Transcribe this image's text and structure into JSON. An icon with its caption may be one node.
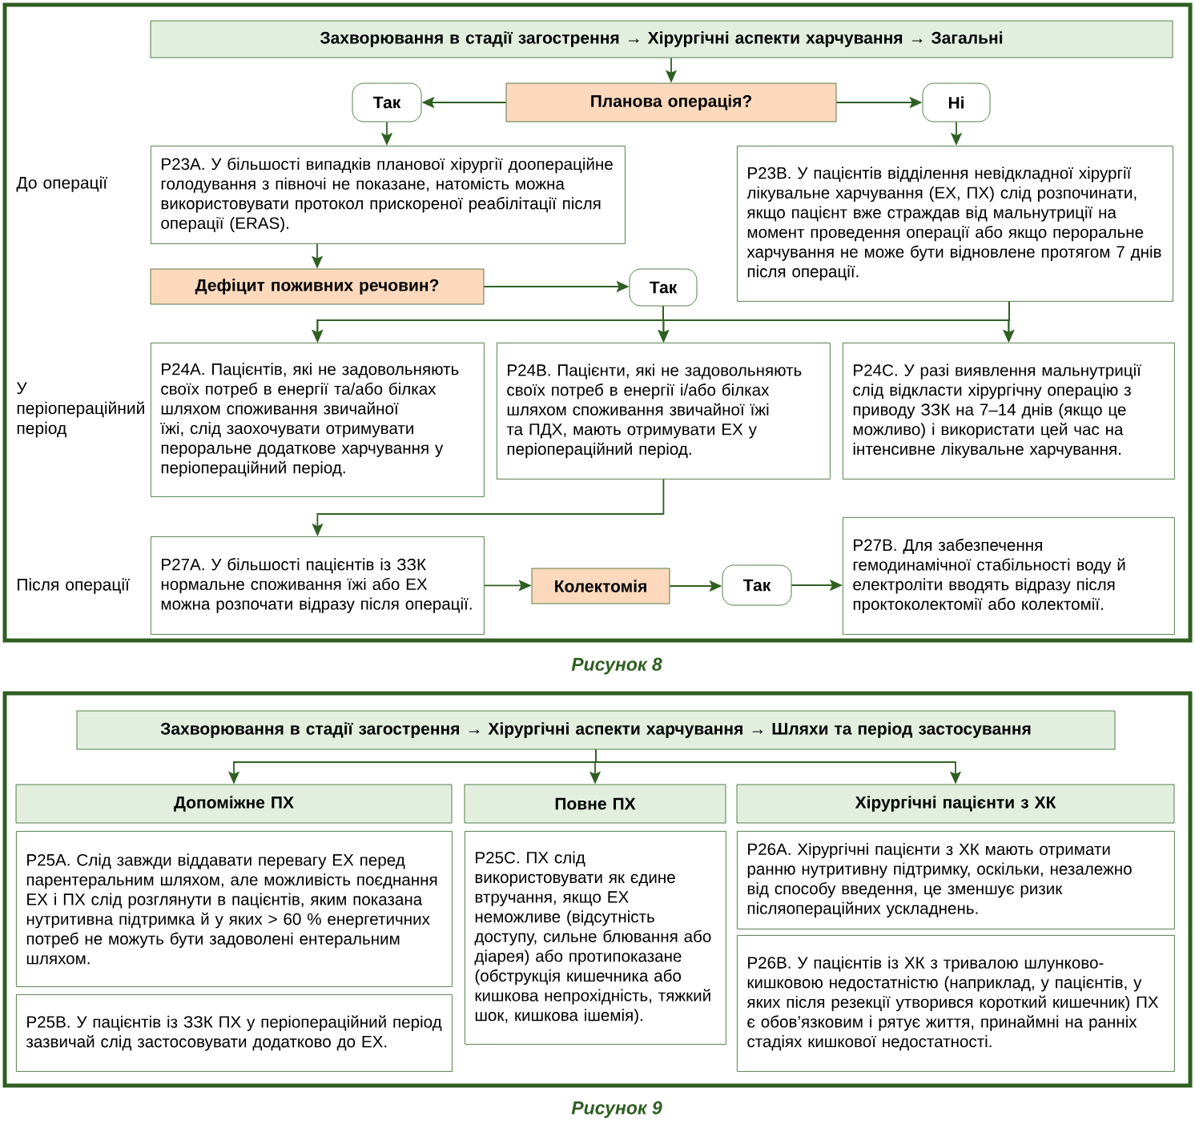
{
  "diagram": {
    "nodes": [
      {
        "text": [
          "Захворювання в стадії загострення → Хірургічні аспекти харчування → Загальні"
        ]
      },
      {
        "text": [
          "Планова операція?"
        ]
      },
      {
        "text": [
          "Так"
        ]
      },
      {
        "text": [
          "Ні"
        ]
      },
      {
        "text": [
          "P23A. У більшості випадків планової хірургії доопераційне голодування з півночі не показане, натомість можна використовувати протокол прискореної реабілітації після операції (ERAS)."
        ]
      },
      {
        "text": [
          "P23B. У пацієнтів відділення невідкладної хірургії лікувальне харчування (ЕХ, ПХ) слід розпочинати, якщо пацієнт вже страждав від мальнутриції на момент проведення операції або якщо пероральне харчування не може бути відновлене протягом 7 днів після операції."
        ]
      },
      {
        "text": [
          "Дефіцит поживних речовин?"
        ]
      },
      {
        "text": [
          "Так"
        ]
      },
      {
        "text": [
          "P24A. Пацієнтів, які не задовольняють своїх потреб в енергії та/або білках шляхом споживання звичайної їжі, слід заохочувати отримувати пероральне додаткове харчування у періопераційний період."
        ]
      },
      {
        "text": [
          "P24B. Пацієнти, які не задовольняють своїх потреб в енергії і/або білках шляхом споживання звичайної їжі та ПДХ, мають отримувати ЕХ у періопераційний період."
        ]
      },
      {
        "text": [
          "P24C. У разі виявлення мальнутриції слід відкласти хірургічну операцію з приводу ЗЗК на 7–14 днів (якщо це можливо) і використати цей час на інтенсивне лікувальне харчування."
        ]
      },
      {
        "text": [
          "P27A. У більшості пацієнтів із ЗЗК нормальне споживання їжі або ЕХ можна розпочати відразу після операції."
        ]
      },
      {
        "text": [
          "Колектомія"
        ]
      },
      {
        "text": [
          "Так"
        ]
      },
      {
        "text": [
          "P27B. Для забезпечення гемодинамічної стабільності воду й електроліти вводять відразу після проктоколектомії або колектомії."
        ]
      },
      {
        "text": [
          "Захворювання в стадії загострення → Хірургічні аспекти харчування → Шляхи та період застосування"
        ]
      },
      {
        "text": [
          "Допоміжне ПХ"
        ]
      },
      {
        "text": [
          "Повне ПХ"
        ]
      },
      {
        "text": [
          "Хірургічні пацієнти з ХК"
        ]
      },
      {
        "text": [
          "P25A. Слід завжди віддавати перевагу ЕХ перед парентеральним шляхом, але можливість поєднання ЕХ і ПХ слід розглянути в пацієнтів, яким показана нутритивна підтримка й у яких > 60 % енергетичних потреб не можуть бути задоволені ентеральним шляхом."
        ]
      },
      {
        "text": [
          "P25B. У пацієнтів із ЗЗК ПХ у періопераційний період зазвичай слід застосовувати додатково до ЕХ."
        ]
      },
      {
        "text": [
          "P25C. ПХ слід використовувати як єдине втручання, якщо ЕХ неможливе (відсутність доступу, сильне блювання або діарея) або протипоказане (обструкція кишечника або кишкова непрохідність, тяжкий шок, кишкова ішемія)."
        ]
      },
      {
        "text": [
          "P26A. Хірургічні пацієнти з ХК мають отримати ранню нутритивну підтримку, оскільки, незалежно від способу введення, це зменшує ризик післяопераційних ускладнень."
        ]
      },
      {
        "text": [
          "P26B. У пацієнтів із ХК з тривалою шлунково-кишковою недостатністю (наприклад, у пацієнтів, у яких після резекції утворився короткий кишечник) ПХ є обов’язковим і рятує життя, принаймні на ранніх стадіях кишкової недостатності."
        ]
      }
    ],
    "edges": [
      {
        "from": 0,
        "to": 1,
        "arrow": "to"
      },
      {
        "from": 1,
        "to": 2,
        "arrow": "to"
      },
      {
        "from": 1,
        "to": 3,
        "arrow": "to"
      },
      {
        "from": 2,
        "to": 4,
        "arrow": "to"
      },
      {
        "from": 3,
        "to": 5,
        "arrow": "to"
      },
      {
        "from": 4,
        "to": 6,
        "arrow": "to"
      },
      {
        "from": 6,
        "to": 7,
        "arrow": "to"
      },
      {
        "from": 7,
        "to": 8,
        "arrow": "to"
      },
      {
        "from": 7,
        "to": 9,
        "arrow": "to"
      },
      {
        "from": 7,
        "to": 10,
        "arrow": "to"
      },
      {
        "from": 5,
        "to": 8,
        "arrow": "to"
      },
      {
        "from": 5,
        "to": 9,
        "arrow": "to"
      },
      {
        "from": 5,
        "to": 10,
        "arrow": "to"
      },
      {
        "from": 9,
        "to": 11,
        "arrow": "to"
      },
      {
        "from": 11,
        "to": 12,
        "arrow": "to"
      },
      {
        "from": 12,
        "to": 13,
        "arrow": "to"
      },
      {
        "from": 13,
        "to": 14,
        "arrow": "to"
      },
      {
        "from": 15,
        "to": 16,
        "arrow": "to"
      },
      {
        "from": 15,
        "to": 17,
        "arrow": "to"
      },
      {
        "from": 15,
        "to": 18,
        "arrow": "to"
      }
    ],
    "labels": [
      "До операції",
      "У періопераційний період",
      "Після операції",
      "Рисунок 8",
      "Рисунок 9"
    ]
  }
}
